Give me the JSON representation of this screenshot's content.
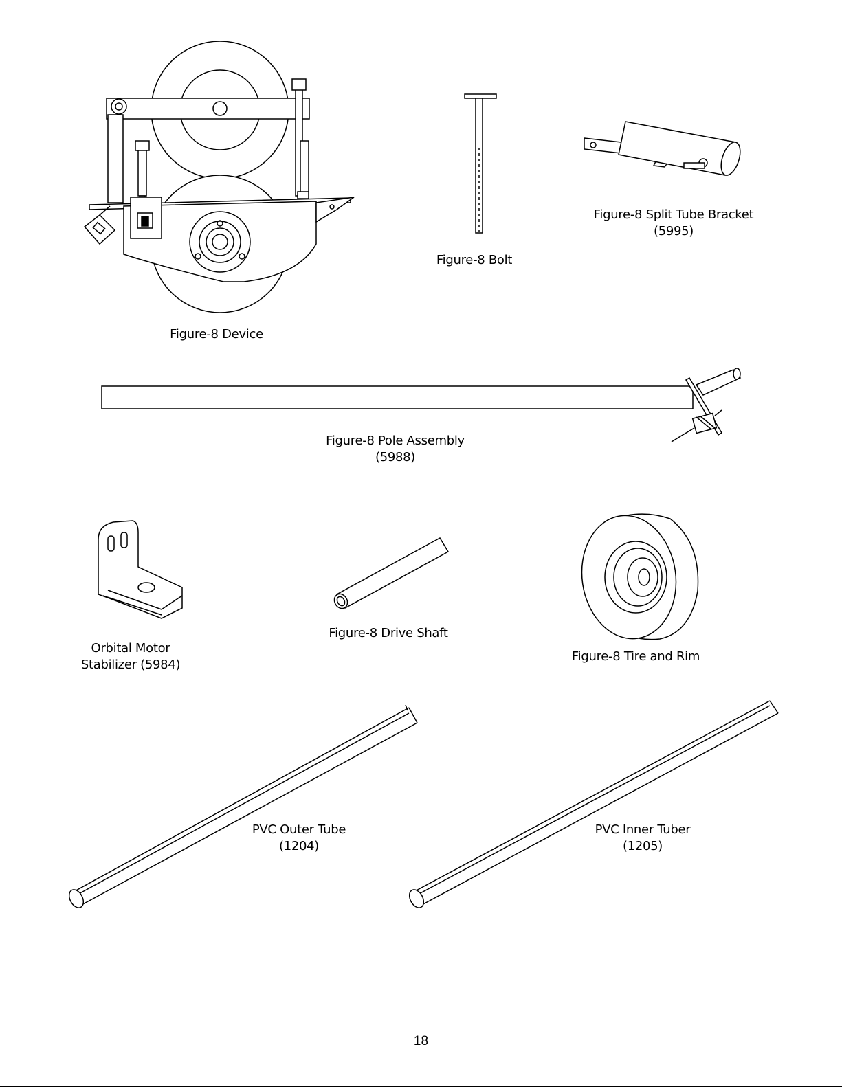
{
  "figures": {
    "device": {
      "label": "Figure-8 Device"
    },
    "bolt": {
      "label": "Figure-8 Bolt"
    },
    "bracket": {
      "label": "Figure-8 Split Tube Bracket",
      "part": "(5995)"
    },
    "pole": {
      "label": "Figure-8 Pole Assembly",
      "part": "(5988)"
    },
    "stabilizer": {
      "label": "Orbital Motor",
      "label2": "Stabilizer (5984)"
    },
    "shaft": {
      "label": "Figure-8 Drive Shaft"
    },
    "tire": {
      "label": "Figure-8 Tire and Rim"
    },
    "outer_tube": {
      "label": "PVC Outer Tube",
      "part": "(1204)"
    },
    "inner_tube": {
      "label": "PVC Inner Tuber",
      "part": "(1205)"
    }
  },
  "page_number": "18"
}
